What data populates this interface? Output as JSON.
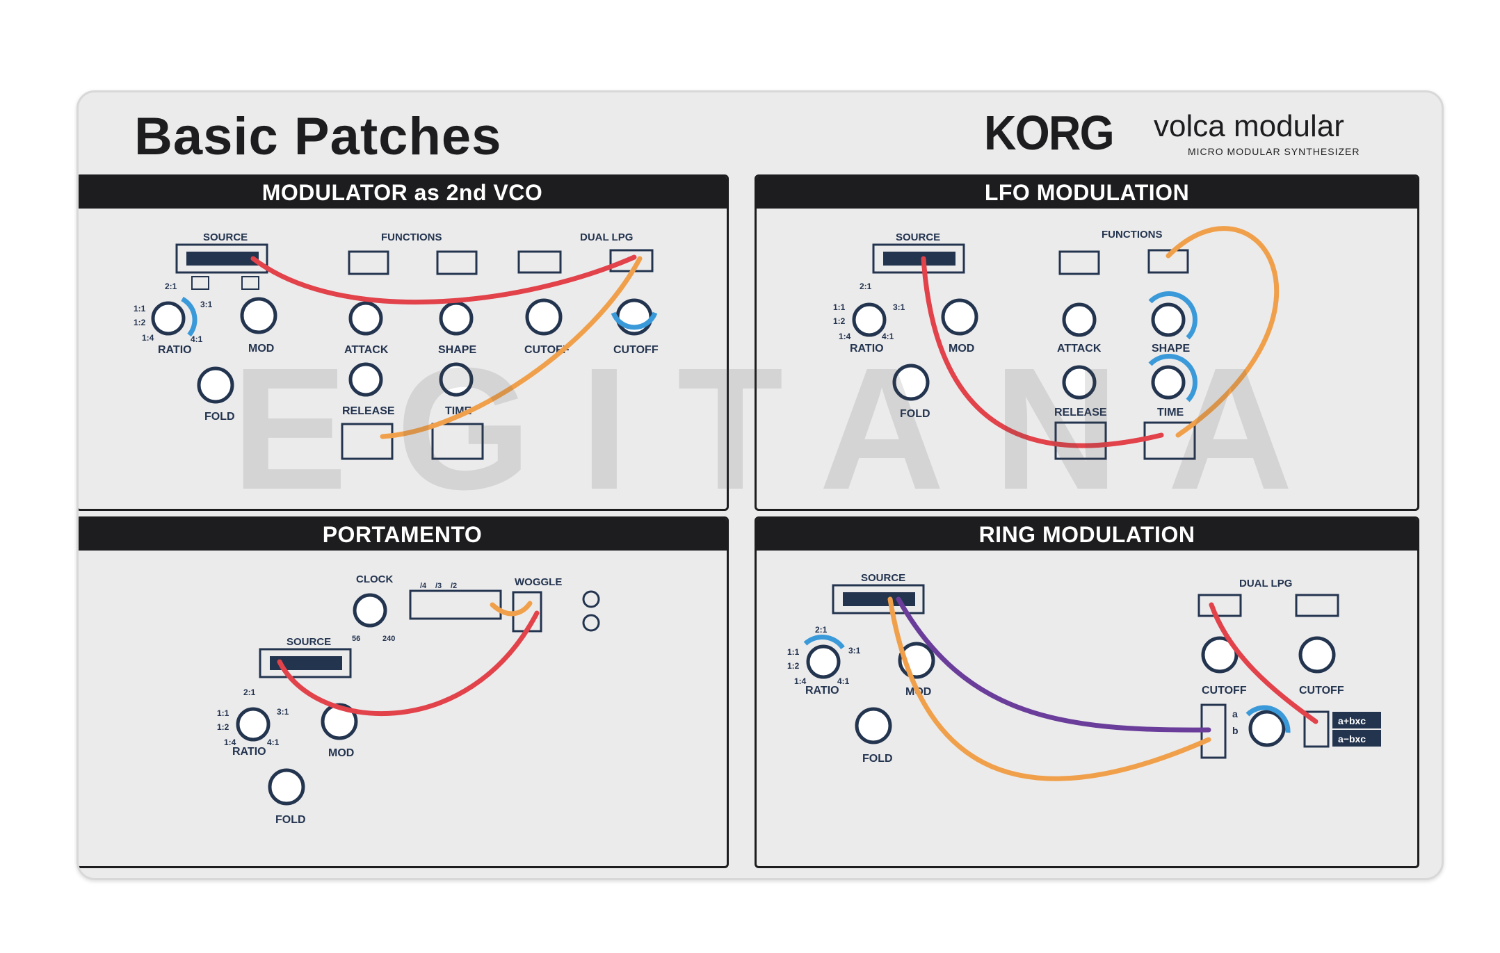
{
  "card": {
    "title": "Basic Patches",
    "brand": "KORG",
    "product": "volca modular",
    "tagline": "MICRO MODULAR SYNTHESIZER",
    "watermark": "EGITANA"
  },
  "colors": {
    "ink": "#23344f",
    "header": "#1d1d1f",
    "knob_ring": "#3a9ad9",
    "cable_red": "#e2424a",
    "cable_orange": "#f0a04a",
    "cable_purple": "#6a3d9a"
  },
  "panels": [
    {
      "title": "MODULATOR as 2nd VCO",
      "labels": {
        "source": "SOURCE",
        "functions": "FUNCTIONS",
        "dual_lpg": "DUAL LPG",
        "ratio": "RATIO",
        "mod": "MOD",
        "fold": "FOLD",
        "attack": "ATTACK",
        "release": "RELEASE",
        "shape": "SHAPE",
        "time": "TIME",
        "cutoff_1": "CUTOFF",
        "cutoff_2": "CUTOFF",
        "r21": "2:1",
        "r11": "1:1",
        "r12": "1:2",
        "r14": "1:4",
        "r41": "4:1",
        "r31": "3:1"
      }
    },
    {
      "title": "LFO MODULATION",
      "labels": {
        "source": "SOURCE",
        "functions": "FUNCTIONS",
        "ratio": "RATIO",
        "mod": "MOD",
        "fold": "FOLD",
        "attack": "ATTACK",
        "release": "RELEASE",
        "shape": "SHAPE",
        "time": "TIME",
        "r21": "2:1",
        "r11": "1:1",
        "r12": "1:2",
        "r14": "1:4",
        "r41": "4:1",
        "r31": "3:1"
      }
    },
    {
      "title": "PORTAMENTO",
      "labels": {
        "clock": "CLOCK",
        "c56": "56",
        "c240": "240",
        "woggle": "WOGGLE",
        "div4": "/4",
        "div3": "/3",
        "div2": "/2",
        "source": "SOURCE",
        "ratio": "RATIO",
        "mod": "MOD",
        "fold": "FOLD",
        "r21": "2:1",
        "r11": "1:1",
        "r12": "1:2",
        "r14": "1:4",
        "r41": "4:1",
        "r31": "3:1"
      }
    },
    {
      "title": "RING MODULATION",
      "labels": {
        "source": "SOURCE",
        "dual_lpg": "DUAL LPG",
        "ratio": "RATIO",
        "mod": "MOD",
        "fold": "FOLD",
        "cutoff_1": "CUTOFF",
        "cutoff_2": "CUTOFF",
        "a": "a",
        "b": "b",
        "sum": "a+bxc",
        "diff": "a−bxc",
        "r21": "2:1",
        "r11": "1:1",
        "r12": "1:2",
        "r14": "1:4",
        "r41": "4:1",
        "r31": "3:1"
      }
    }
  ]
}
